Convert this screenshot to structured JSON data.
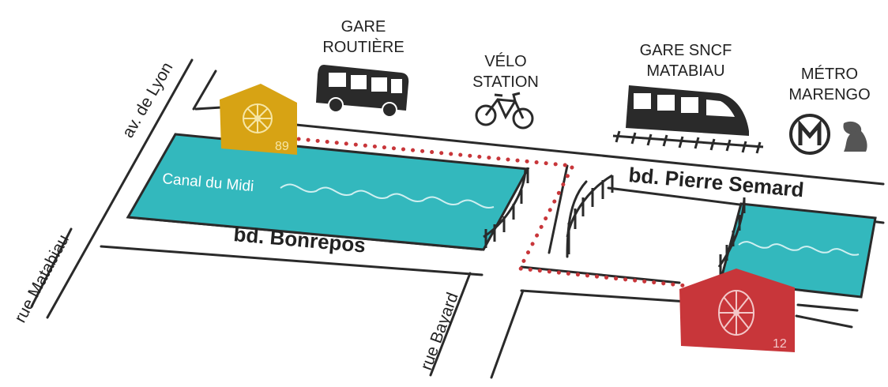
{
  "colors": {
    "canal": "#33b8bd",
    "station_89": "#d7a314",
    "station_12": "#c8363a",
    "route": "#c8363a",
    "ink": "#2a2a2a"
  },
  "landmarks": {
    "gare_routiere": {
      "line1": "GARE",
      "line2": "ROUTIÈRE",
      "icon": "bus-icon"
    },
    "velo_station": {
      "line1": "VÉLO",
      "line2": "STATION",
      "icon": "bicycle-icon"
    },
    "gare_sncf": {
      "line1": "GARE SNCF",
      "line2": "MATABIAU",
      "icon": "train-icon"
    },
    "metro": {
      "line1": "MÉTRO",
      "line2": "MARENGO",
      "icon": "metro-logo-icon"
    }
  },
  "streets": {
    "av_lyon": "av. de Lyon",
    "rue_matabiau": "rue Matabiau",
    "rue_bayard": "rue Bayard",
    "bd_bonrepos": "bd. Bonrepos",
    "bd_pierre_semard": "bd. Pierre Semard"
  },
  "canal": {
    "name": "Canal du Midi"
  },
  "stations": [
    {
      "number": "89",
      "color": "#d7a314",
      "icon": "bike-wheel-icon"
    },
    {
      "number": "12",
      "color": "#c8363a",
      "icon": "bike-wheel-icon"
    }
  ]
}
